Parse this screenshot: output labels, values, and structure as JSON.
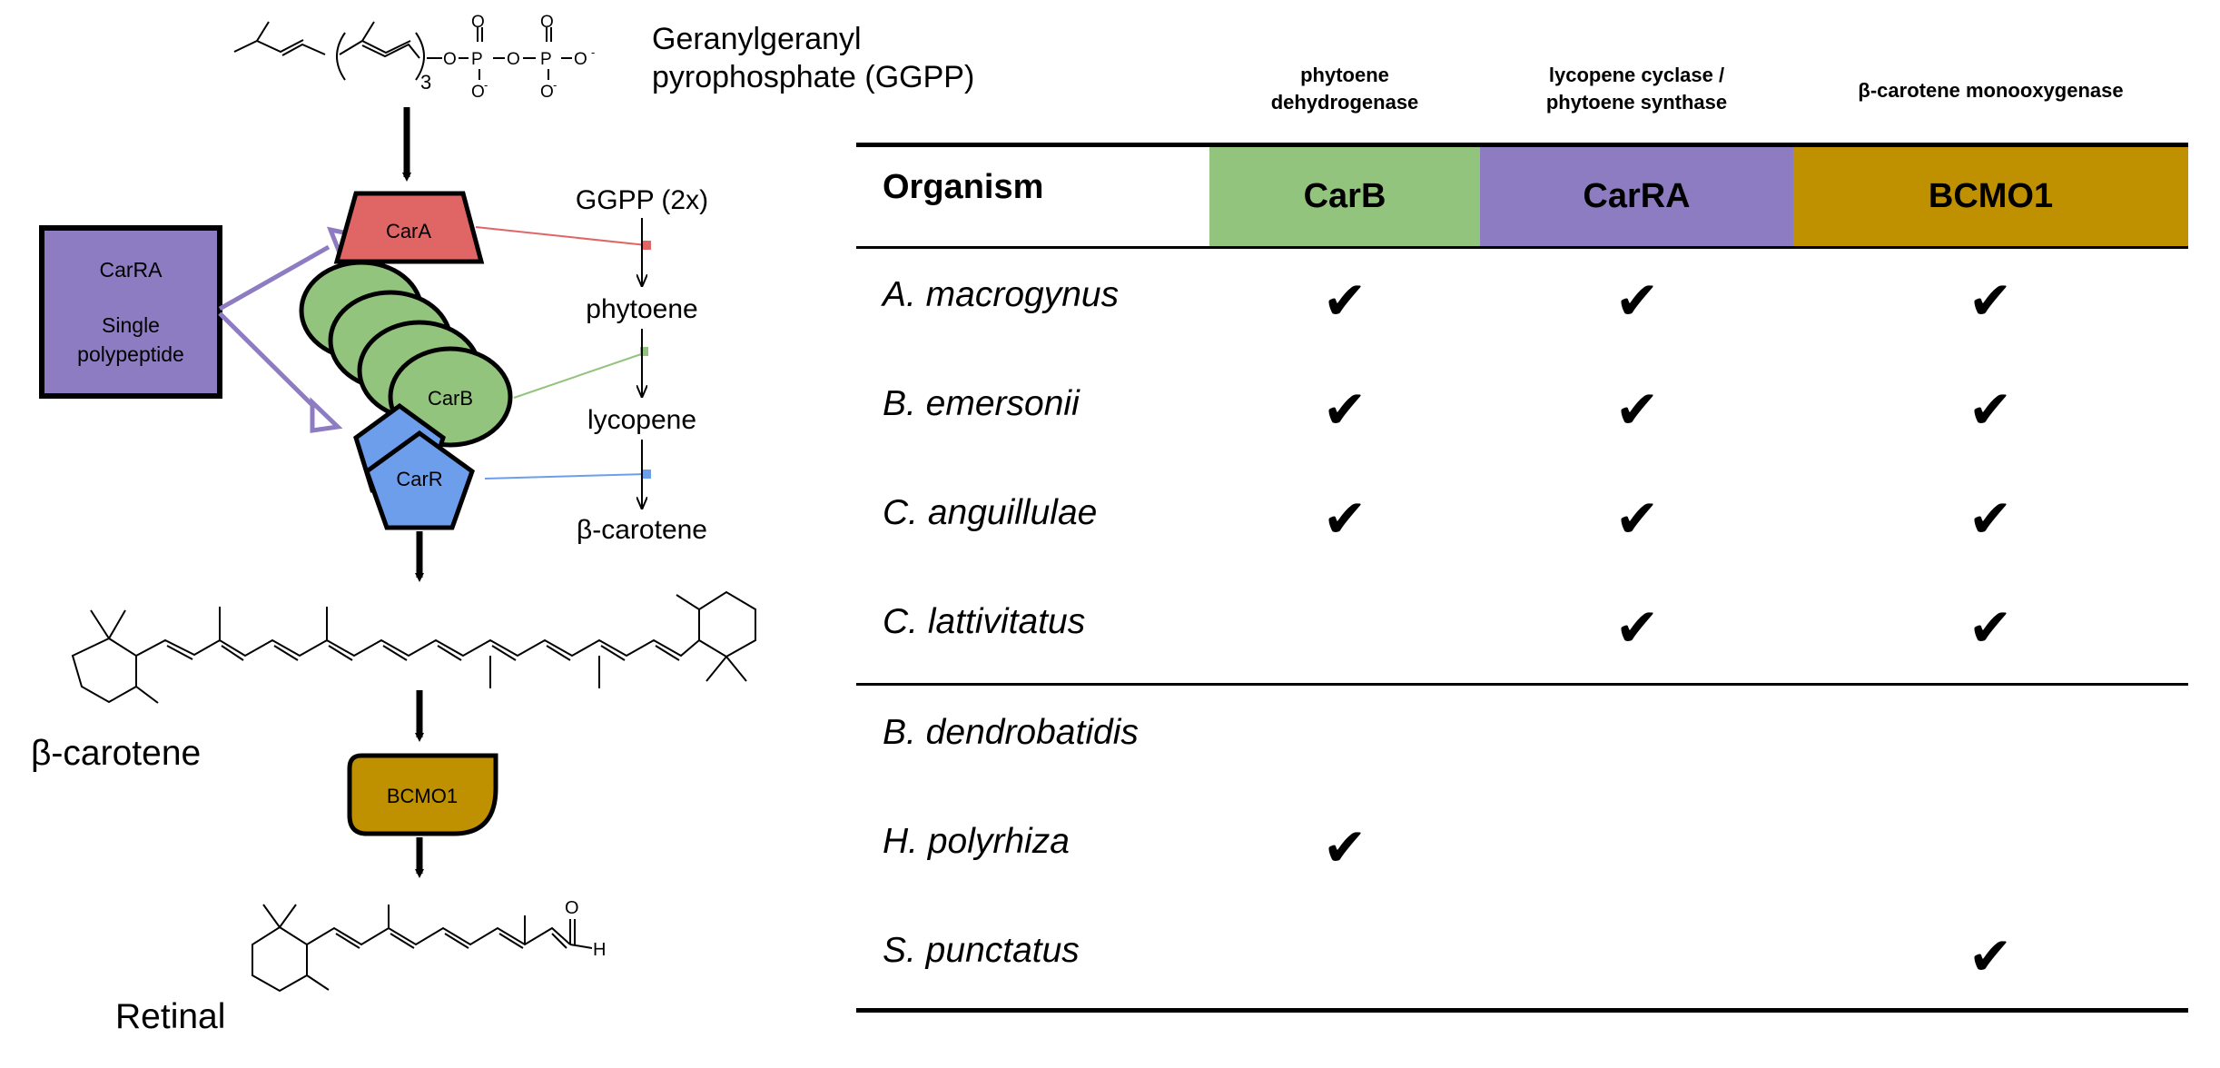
{
  "pathway": {
    "ggpp_label": [
      "Geranylgeranyl",
      "pyrophosphate (GGPP)"
    ],
    "ggpp_subscript": "3",
    "carra_box": {
      "name": "CarRA",
      "line1": "Single",
      "line2": "polypeptide"
    },
    "enzymes": {
      "carA": "CarA",
      "carB": "CarB",
      "carR": "CarR",
      "bcmo1": "BCMO1"
    },
    "intermediates": [
      "GGPP (2x)",
      "phytoene",
      "lycopene",
      "β-carotene"
    ],
    "beta_carotene_label": "β-carotene",
    "retinal_label": "Retinal",
    "retinal_atoms": {
      "oxygen": "O",
      "hydrogen": "H"
    },
    "colors": {
      "carA": "#e06666",
      "carB": "#93c47d",
      "carR": "#6d9eeb",
      "carRA": "#8e7cc3",
      "bcmo1": "#bf9000"
    }
  },
  "table": {
    "header_notes": {
      "carB": [
        "phytoene",
        "dehydrogenase"
      ],
      "carRA": [
        "lycopene cyclase /",
        "phytoene synthase"
      ],
      "bcmo1": [
        "β-carotene monooxygenase"
      ]
    },
    "columns": {
      "organism": "Organism",
      "carB": "CarB",
      "carRA": "CarRA",
      "bcmo1": "BCMO1"
    },
    "check_mark": "✔",
    "rows": [
      {
        "organism": "A. macrogynus",
        "carB": true,
        "carRA": true,
        "bcmo1": true
      },
      {
        "organism": "B. emersonii",
        "carB": true,
        "carRA": true,
        "bcmo1": true
      },
      {
        "organism": "C. anguillulae",
        "carB": true,
        "carRA": true,
        "bcmo1": true
      },
      {
        "organism": "C. lattivitatus",
        "carB": false,
        "carRA": true,
        "bcmo1": true
      },
      {
        "organism": "B. dendrobatidis",
        "carB": false,
        "carRA": false,
        "bcmo1": false
      },
      {
        "organism": "H. polyrhiza",
        "carB": true,
        "carRA": false,
        "bcmo1": false
      },
      {
        "organism": "S. punctatus",
        "carB": false,
        "carRA": false,
        "bcmo1": true
      }
    ]
  }
}
